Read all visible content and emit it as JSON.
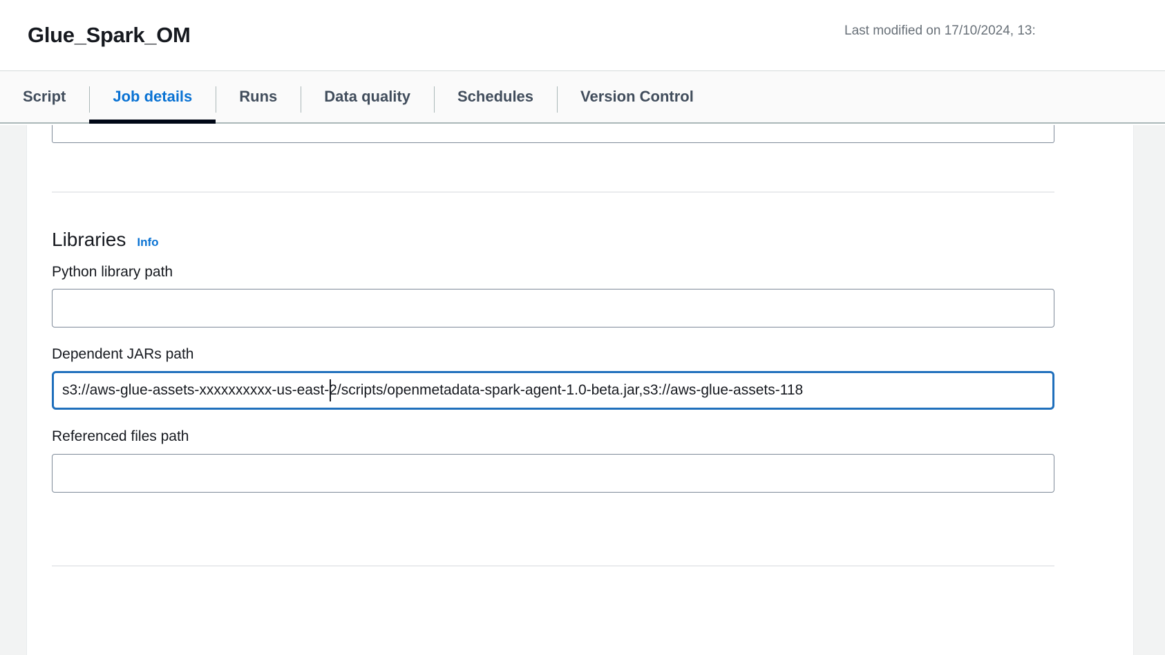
{
  "header": {
    "title": "Glue_Spark_OM",
    "last_modified": "Last modified on 17/10/2024, 13:"
  },
  "tabs": [
    {
      "label": "Script",
      "active": false
    },
    {
      "label": "Job details",
      "active": true
    },
    {
      "label": "Runs",
      "active": false
    },
    {
      "label": "Data quality",
      "active": false
    },
    {
      "label": "Schedules",
      "active": false
    },
    {
      "label": "Version Control",
      "active": false
    }
  ],
  "libraries": {
    "heading": "Libraries",
    "info_label": "Info",
    "fields": [
      {
        "label": "Python library path",
        "value": "",
        "placeholder": "",
        "focused": false
      },
      {
        "label": "Dependent JARs path",
        "value": "s3://aws-glue-assets-xxxxxxxxxx-us-east-2/scripts/openmetadata-spark-agent-1.0-beta.jar,s3://aws-glue-assets-118",
        "placeholder": "",
        "focused": true
      },
      {
        "label": "Referenced files path",
        "value": "",
        "placeholder": "",
        "focused": false
      }
    ]
  },
  "colors": {
    "accent_blue": "#0972d3",
    "focus_border": "#1f6fbc",
    "active_tab_underline": "#000716",
    "text_primary": "#16191f",
    "text_muted": "#687078",
    "panel_bg": "#ffffff",
    "page_bg": "#f2f3f3"
  }
}
